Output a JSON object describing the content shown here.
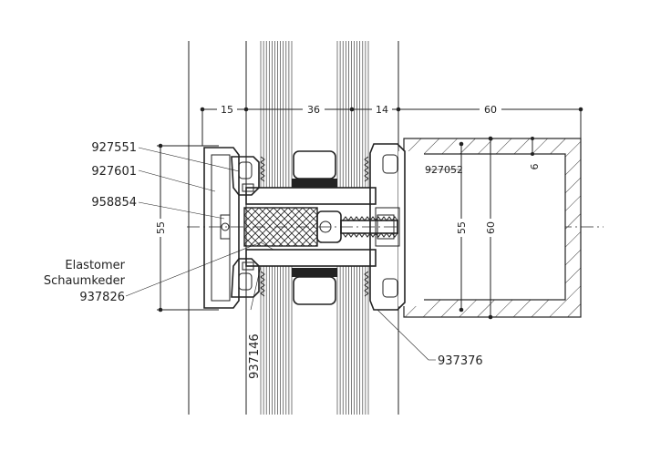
{
  "dimensions": {
    "d15": "15",
    "d36": "36",
    "d14": "14",
    "d60_top": "60",
    "d55_left": "55",
    "d55_right": "55",
    "d60_right": "60",
    "d6": "6"
  },
  "parts": {
    "p927551": "927551",
    "p927601": "927601",
    "p958854": "958854",
    "elastomer_line1": "Elastomer",
    "elastomer_line2": "Schaumkeder",
    "p937826": "937826",
    "p937146": "937146",
    "p927052": "927052",
    "p937376": "937376"
  },
  "colors": {
    "line": "#222222",
    "background": "#ffffff"
  }
}
